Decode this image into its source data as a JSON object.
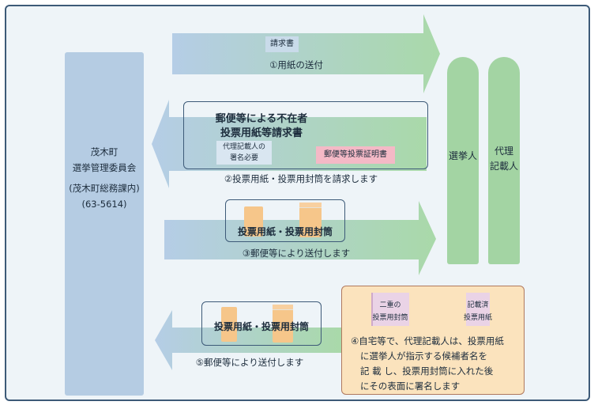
{
  "office": {
    "town": "茂木町",
    "committee": "選挙管理委員会",
    "dept": "(茂木町総務課内)",
    "phone": "(63-5614)"
  },
  "voter": "選挙人",
  "proxy": [
    "代理",
    "記載人"
  ],
  "step1": {
    "tag": "請求書",
    "caption": "①用紙の送付"
  },
  "step2": {
    "title": [
      "郵便等による不在者",
      "投票用紙等請求書"
    ],
    "signature_note": [
      "代理記載人の",
      "署名必要"
    ],
    "certificate": "郵便等投票証明書",
    "caption": "②投票用紙・投票用封筒を請求します"
  },
  "step3": {
    "items": "投票用紙・投票用封筒",
    "caption": "③郵便等により送付します"
  },
  "step4": {
    "double_envelope": [
      "二重の",
      "投票用封筒"
    ],
    "filled_sheet": [
      "記載済",
      "投票用紙"
    ],
    "description": [
      "④自宅等で、代理記載人は、投票用紙",
      "に選挙人が指示する候補者名を",
      "記 載 し、投票用封筒に入れた後",
      "にその表面に署名します"
    ]
  },
  "step5": {
    "items": "投票用紙・投票用封筒",
    "caption": "⑤郵便等により送付します"
  },
  "colors": {
    "frame": "#3d5a78",
    "background": "#eef4f8",
    "office_pillar": "#b5cce3",
    "person": "#a3d4a3",
    "ballot": "#f6c68a",
    "certificate": "#f4b9c6",
    "proxy_panel": "#fbe3bd",
    "envelope_pink": "#ead3e6",
    "inner_arrow": "#d48a52"
  }
}
